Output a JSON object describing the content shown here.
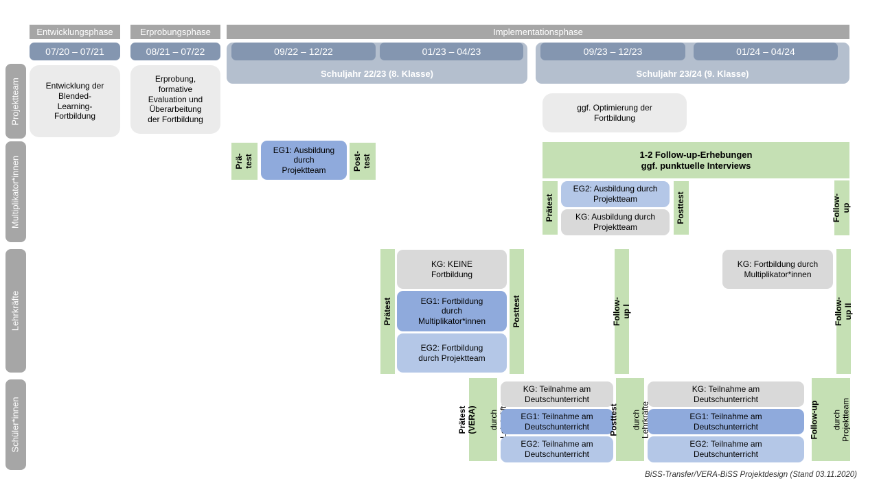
{
  "palette": {
    "phase_gray": "#a6a6a6",
    "date_blue": "#8496b0",
    "year_blue": "#b4bfce",
    "green": "#c5e0b4",
    "blue_eg1": "#8faadc",
    "blue_eg2": "#b4c7e7",
    "gray_kg": "#d9d9d9",
    "gray_light": "#ebebeb"
  },
  "phases": {
    "entwicklung": "Entwicklungsphase",
    "erprobung": "Erprobungsphase",
    "implementation": "Implementationsphase"
  },
  "timeline": {
    "dates": [
      "07/20 – 07/21",
      "08/21 – 07/22",
      "09/22 – 12/22",
      "01/23 – 04/23",
      "09/23 – 12/23",
      "01/24 – 04/24"
    ],
    "school_years": [
      "Schuljahr 22/23 (8. Klasse)",
      "Schuljahr 23/24 (9. Klasse)"
    ]
  },
  "row_labels": {
    "projektteam": "Projektteam",
    "multiplikatoren": "Multiplikator*innen",
    "lehrkraefte": "Lehrkräfte",
    "schueler": "Schüler*innen"
  },
  "projektteam": {
    "entwicklung": "Entwicklung der\nBlended-\nLearning-\nFortbildung",
    "erprobung": "Erprobung,\nformative\nEvaluation und\nÜberarbeitung\nder Fortbildung",
    "optimierung": "ggf. Optimierung der\nFortbildung"
  },
  "multiplikatoren": {
    "praetest1": "Prä-\ntest",
    "eg1": "EG1: Ausbildung\ndurch\nProjektteam",
    "posttest1": "Post-\ntest",
    "followup_box": "1-2 Follow-up-Erhebungen\nggf. punktuelle Interviews",
    "praetest2": "Prätest",
    "eg2": "EG2: Ausbildung durch\nProjektteam",
    "kg": "KG: Ausbildung durch\nProjektteam",
    "posttest2": "Posttest",
    "followup": "Follow-up"
  },
  "lehrkraefte": {
    "praetest": "Prätest",
    "kg": "KG: KEINE\nFortbildung",
    "eg1": "EG1: Fortbildung\ndurch\nMultiplikator*innen",
    "eg2": "EG2: Fortbildung\ndurch Projektteam",
    "posttest": "Posttest",
    "followup1": "Follow-up I",
    "kg2": "KG: Fortbildung durch\nMultiplikator*innen",
    "followup2": "Follow-up II"
  },
  "schueler": {
    "praetest_title": "Prätest (VERA)",
    "praetest_sub": "durch Lehrkräfte",
    "kg": "KG: Teilnahme am\nDeutschunterricht",
    "eg1": "EG1: Teilnahme am\nDeutschunterricht",
    "eg2": "EG2: Teilnahme am\nDeutschunterricht",
    "posttest_title": "Posttest",
    "posttest_sub": "durch Lehrkräfte",
    "kg2": "KG: Teilnahme am\nDeutschunterricht",
    "eg1_2": "EG1: Teilnahme am\nDeutschunterricht",
    "eg2_2": "EG2: Teilnahme am\nDeutschunterricht",
    "followup_title": "Follow-up",
    "followup_sub": "durch\nProjektteam"
  },
  "caption": "BiSS-Transfer/VERA-BiSS Projektdesign (Stand 03.11.2020)"
}
